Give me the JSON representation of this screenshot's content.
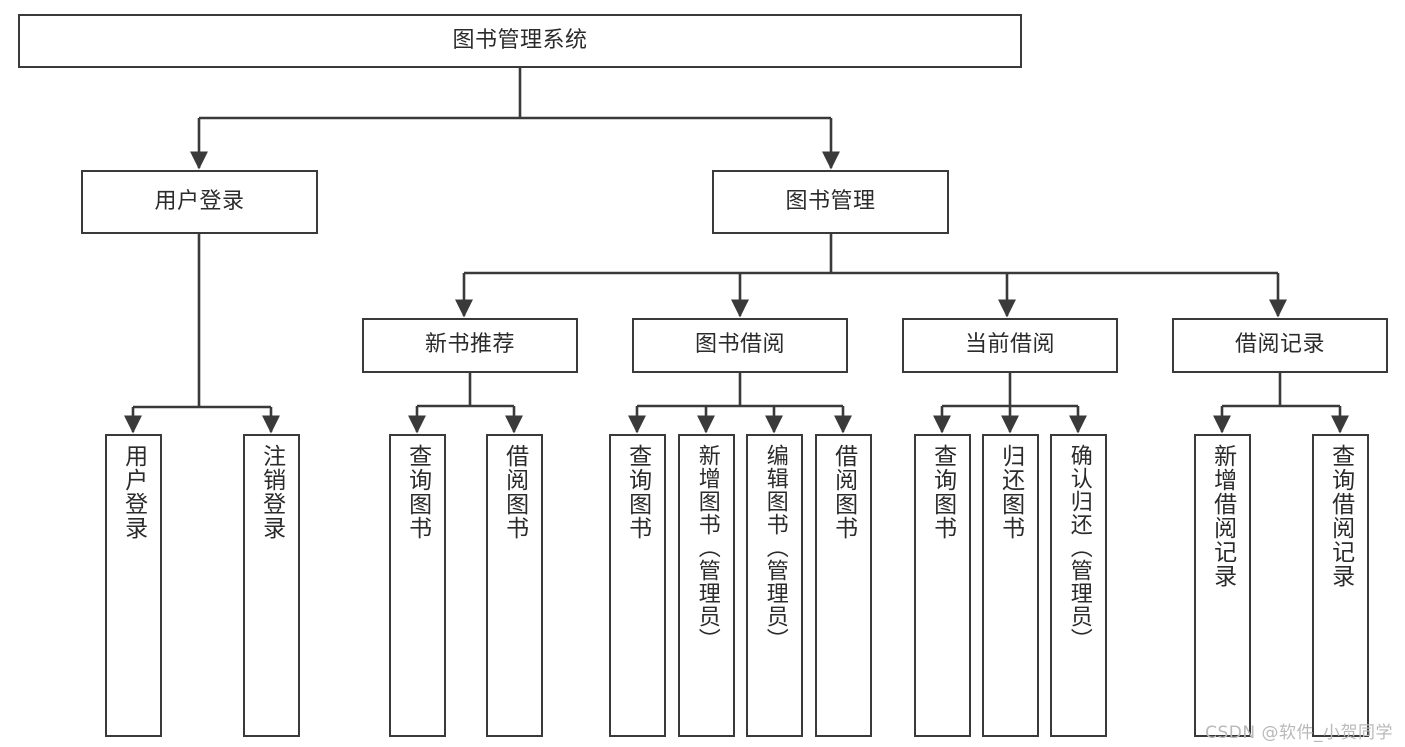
{
  "diagram": {
    "type": "tree",
    "title": "图书管理系统",
    "root": {
      "label": "图书管理系统",
      "children": [
        {
          "label": "用户登录",
          "children": [
            {
              "label": "用户登录"
            },
            {
              "label": "注销登录"
            }
          ]
        },
        {
          "label": "图书管理",
          "children": [
            {
              "label": "新书推荐",
              "children": [
                {
                  "label": "查询图书"
                },
                {
                  "label": "借阅图书"
                }
              ]
            },
            {
              "label": "图书借阅",
              "children": [
                {
                  "label": "查询图书"
                },
                {
                  "label": "新增图书（管理员）"
                },
                {
                  "label": "编辑图书（管理员）"
                },
                {
                  "label": "借阅图书"
                }
              ]
            },
            {
              "label": "当前借阅",
              "children": [
                {
                  "label": "查询图书"
                },
                {
                  "label": "归还图书"
                },
                {
                  "label": "确认归还（管理员）"
                }
              ]
            },
            {
              "label": "借阅记录",
              "children": [
                {
                  "label": "新增借阅记录"
                },
                {
                  "label": "查询借阅记录"
                }
              ]
            }
          ]
        }
      ]
    }
  },
  "nodes": {
    "root": "图书管理系统",
    "l1_user_login": "用户登录",
    "l1_book_mgmt": "图书管理",
    "l2_new_book_rec": "新书推荐",
    "l2_book_borrow": "图书借阅",
    "l2_current_borrow": "当前借阅",
    "l2_borrow_record": "借阅记录",
    "leaf_user_login": "用户登录",
    "leaf_logout": "注销登录",
    "leaf_rec_query_book": "查询图书",
    "leaf_rec_borrow_book": "借阅图书",
    "leaf_borrow_query_book": "查询图书",
    "leaf_add_book_admin": "新增图书（管理员）",
    "leaf_edit_book_admin": "编辑图书（管理员）",
    "leaf_borrow_book": "借阅图书",
    "leaf_cur_query_book": "查询图书",
    "leaf_return_book": "归还图书",
    "leaf_confirm_return_admin": "确认归还（管理员）",
    "leaf_add_borrow_record": "新增借阅记录",
    "leaf_query_borrow_record": "查询借阅记录"
  },
  "watermark": {
    "text": "CSDN @软件_小贺同学"
  },
  "colors": {
    "stroke": "#3a3a3a",
    "text": "#2b2b2b",
    "background": "#ffffff",
    "watermark": "#b9b9b9"
  }
}
